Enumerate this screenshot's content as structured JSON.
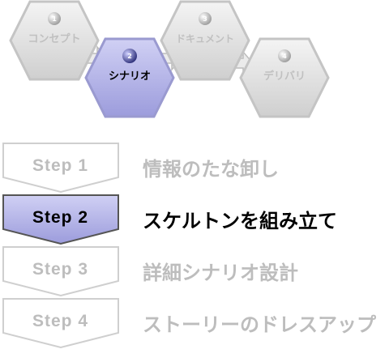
{
  "phases": [
    {
      "number": "1",
      "label": "コンセプト",
      "state": "inactive"
    },
    {
      "number": "2",
      "label": "シナリオ",
      "state": "active"
    },
    {
      "number": "3",
      "label": "ドキュメント",
      "state": "inactive"
    },
    {
      "number": "4",
      "label": "デリバリ",
      "state": "inactive"
    }
  ],
  "steps": [
    {
      "label": "Step 1",
      "title": "情報のたな卸し",
      "state": "inactive"
    },
    {
      "label": "Step 2",
      "title": "スケルトンを組み立て",
      "state": "active"
    },
    {
      "label": "Step 3",
      "title": "詳細シナリオ設計",
      "state": "inactive"
    },
    {
      "label": "Step 4",
      "title": "ストーリーのドレスアップ",
      "state": "inactive"
    }
  ],
  "colors": {
    "active_fill": "#b8b8ea",
    "inactive_fill": "#dcdcdc",
    "inactive_text": "#bdbdbd",
    "active_text": "#000000"
  }
}
